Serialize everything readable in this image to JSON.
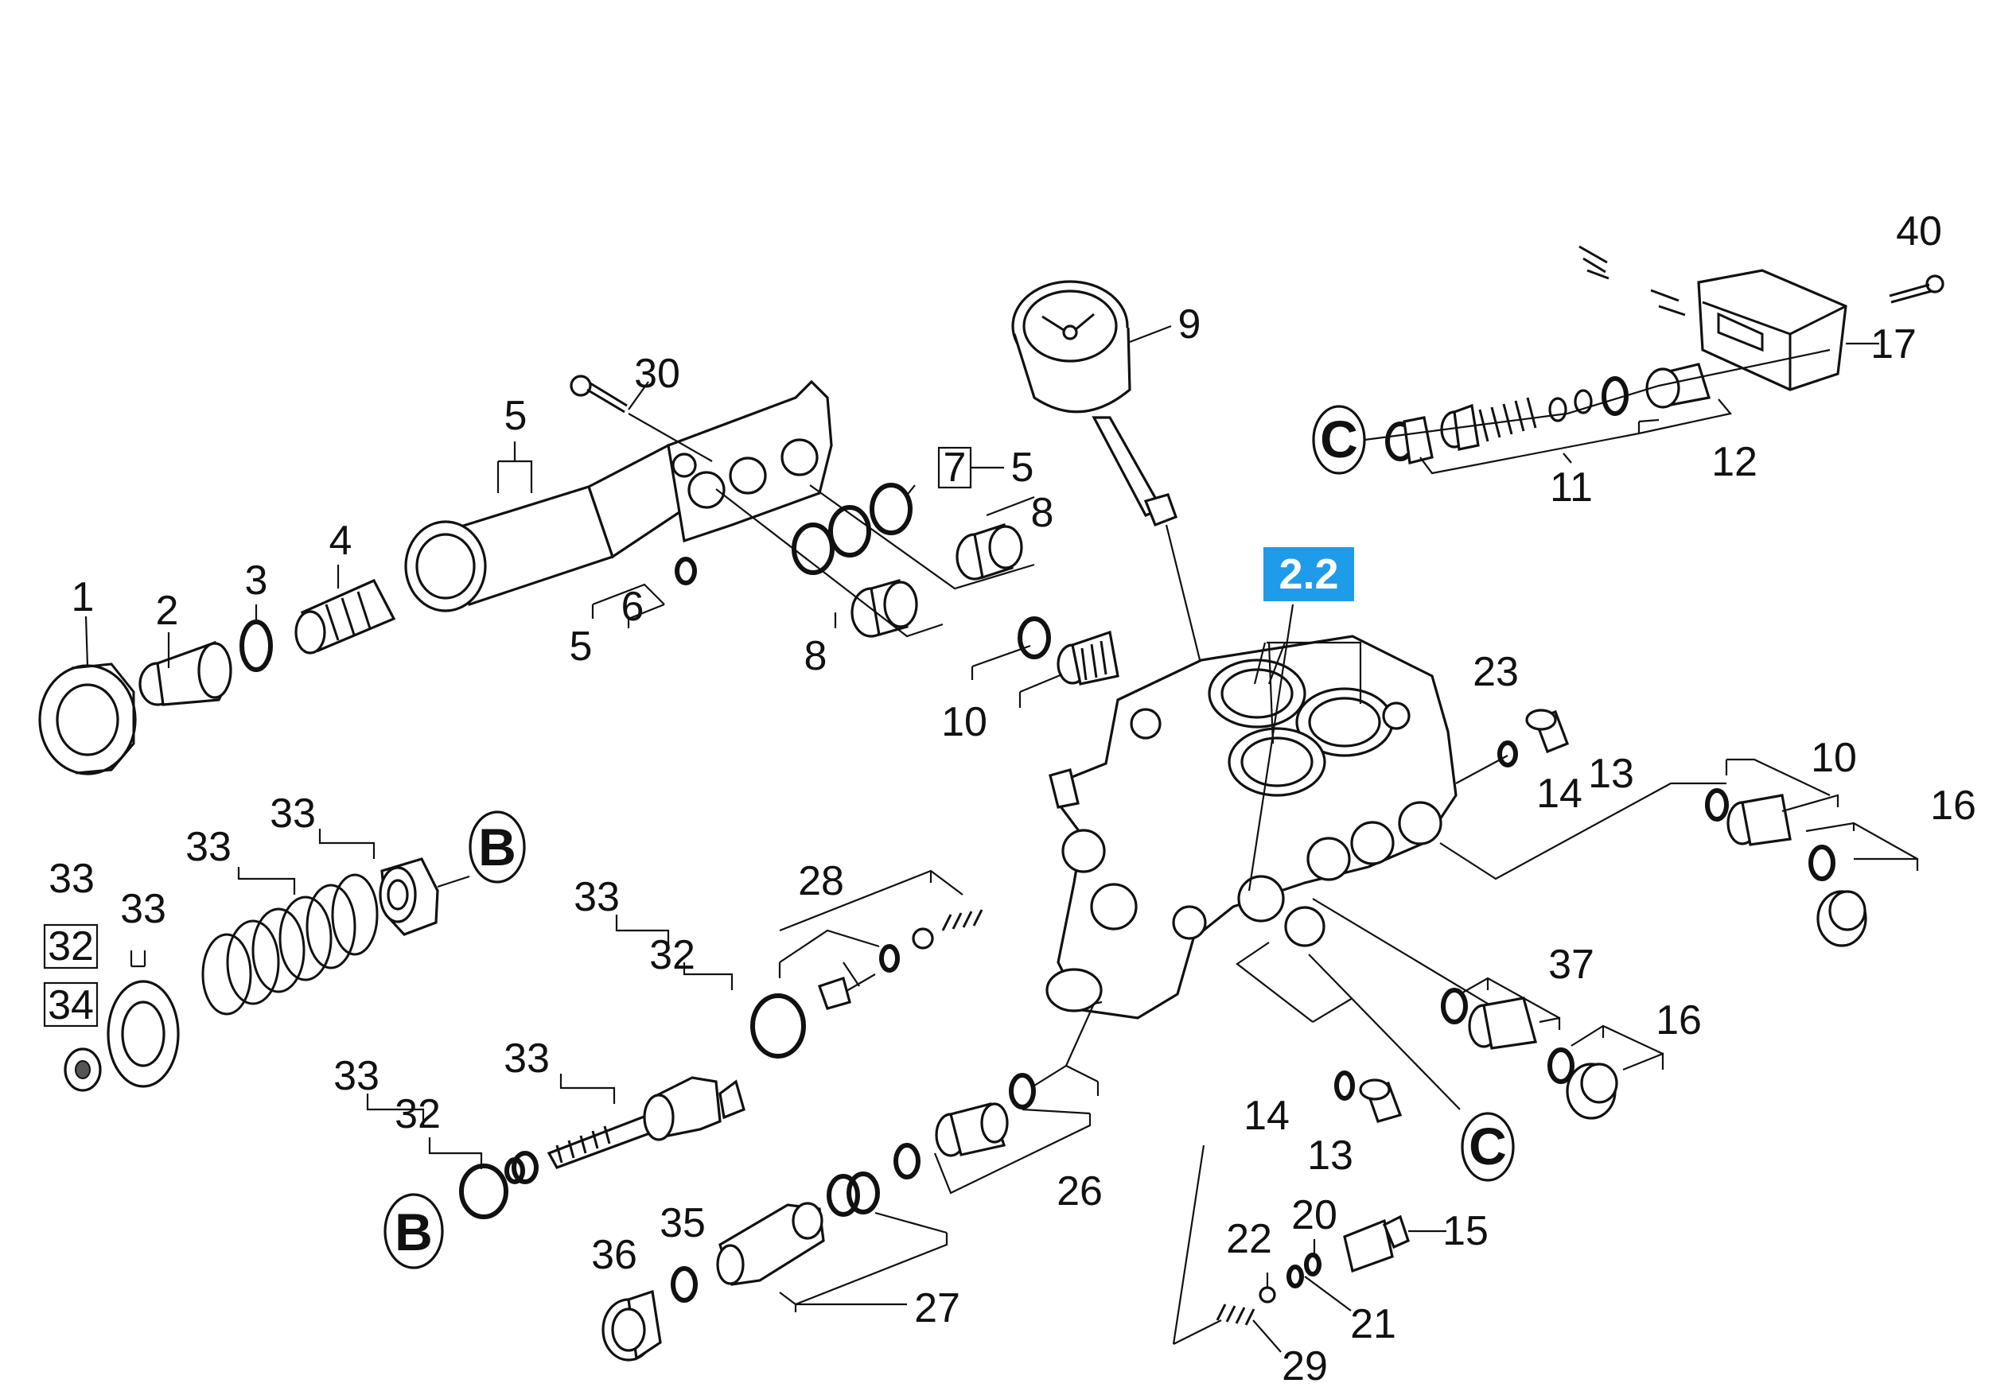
{
  "section_tag": {
    "text": "2.2",
    "color": "#1e9be9"
  },
  "callouts": {
    "c1": "1",
    "c2": "2",
    "c3": "3",
    "c4": "4",
    "c5a": "5",
    "c5b": "5",
    "c5c": "5",
    "c6": "6",
    "c7": "7",
    "c8a": "8",
    "c8b": "8",
    "c9": "9",
    "c10a": "10",
    "c10b": "10",
    "c11": "11",
    "c12": "12",
    "c13a": "13",
    "c13b": "13",
    "c14a": "14",
    "c14b": "14",
    "c15": "15",
    "c16a": "16",
    "c16b": "16",
    "c17": "17",
    "c20": "20",
    "c21": "21",
    "c22": "22",
    "c23": "23",
    "c26": "26",
    "c27": "27",
    "c28": "28",
    "c29": "29",
    "c30": "30",
    "c32a": "32",
    "c32b": "32",
    "c32c": "32",
    "c33a": "33",
    "c33b": "33",
    "c33c": "33",
    "c33d": "33",
    "c33e": "33",
    "c33f": "33",
    "c33g": "33",
    "c34": "34",
    "c35": "35",
    "c36": "36",
    "c37": "37",
    "c40": "40"
  },
  "connectors": {
    "b1": "B",
    "b2": "B",
    "ca": "C",
    "cb": "C"
  },
  "icons": {
    "pressure_gauge": "pressure-gauge-icon",
    "pump_head": "pump-head-icon",
    "pressure_switch": "pressure-switch-icon"
  }
}
